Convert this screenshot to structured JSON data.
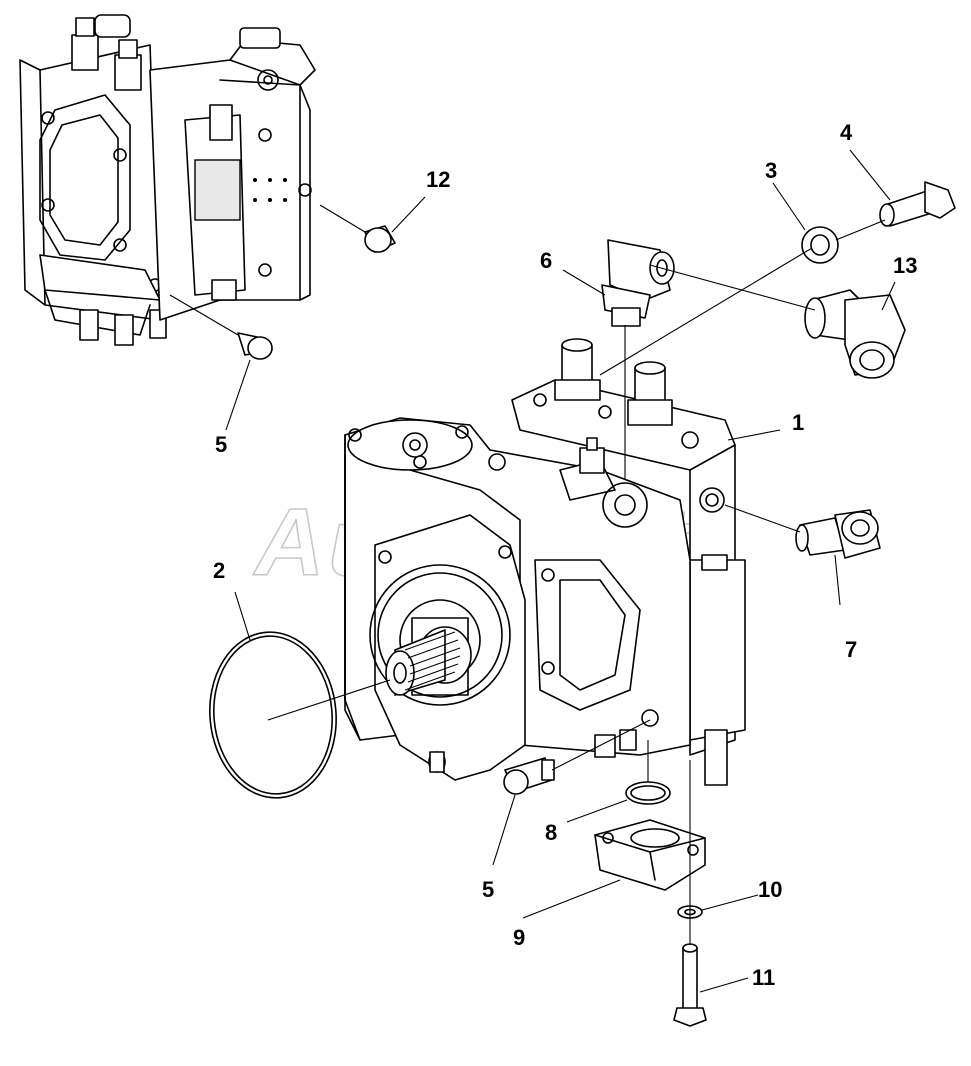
{
  "watermark": "AutoSoft",
  "callouts": [
    {
      "id": "1",
      "label": "1"
    },
    {
      "id": "2",
      "label": "2"
    },
    {
      "id": "3",
      "label": "3"
    },
    {
      "id": "4",
      "label": "4"
    },
    {
      "id": "5a",
      "label": "5"
    },
    {
      "id": "5b",
      "label": "5"
    },
    {
      "id": "6",
      "label": "6"
    },
    {
      "id": "7",
      "label": "7"
    },
    {
      "id": "8",
      "label": "8"
    },
    {
      "id": "9",
      "label": "9"
    },
    {
      "id": "10",
      "label": "10"
    },
    {
      "id": "11",
      "label": "11"
    },
    {
      "id": "12",
      "label": "12"
    },
    {
      "id": "13",
      "label": "13"
    }
  ]
}
